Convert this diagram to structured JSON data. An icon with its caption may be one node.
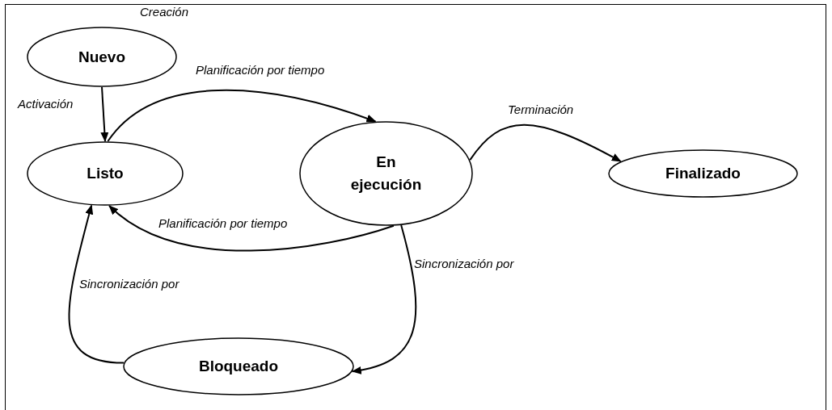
{
  "diagram": {
    "nodes": [
      {
        "text": [
          "Nuevo"
        ]
      },
      {
        "text": [
          "Listo"
        ]
      },
      {
        "text": [
          "En ejecución"
        ]
      },
      {
        "text": [
          "Finalizado"
        ]
      },
      {
        "text": [
          "Bloqueado"
        ]
      }
    ],
    "edges": [
      {
        "from": 0,
        "to": 1,
        "arrow": "to",
        "label": "Activación"
      },
      {
        "from": 1,
        "to": 2,
        "arrow": "to",
        "label": "Planificación por tiempo"
      },
      {
        "from": 2,
        "to": 3,
        "arrow": "to",
        "label": "Terminación"
      },
      {
        "from": 2,
        "to": 1,
        "arrow": "to",
        "label": "Planificación por tiempo"
      },
      {
        "from": 2,
        "to": 4,
        "arrow": "to",
        "label": "Sincronización por"
      },
      {
        "from": 4,
        "to": 1,
        "arrow": "to",
        "label": "Sincronización por"
      }
    ],
    "labels": [
      "Creación"
    ]
  }
}
